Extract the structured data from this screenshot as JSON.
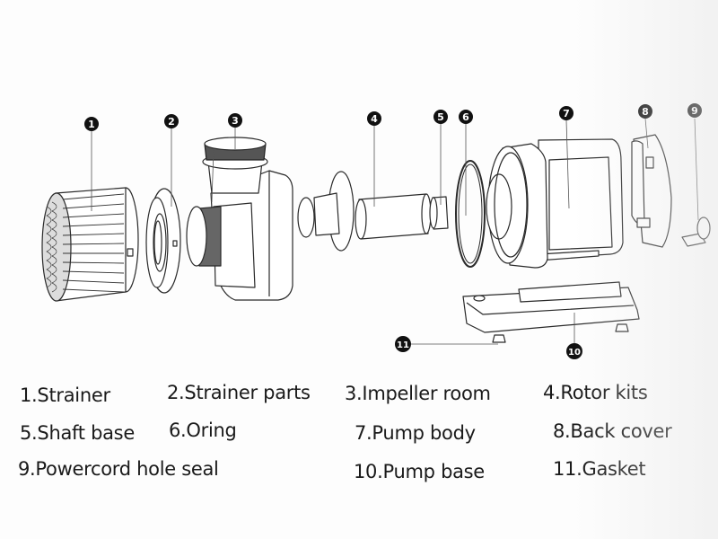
{
  "title": "Pump exploded view",
  "parts": [
    {
      "num": "1",
      "name": "Strainer",
      "label": "1.Strainer"
    },
    {
      "num": "2",
      "name": "Strainer parts",
      "label": "2.Strainer parts"
    },
    {
      "num": "3",
      "name": "Impeller room",
      "label": "3.Impeller room"
    },
    {
      "num": "4",
      "name": "Rotor kits",
      "label": "4.Rotor kits"
    },
    {
      "num": "5",
      "name": "Shaft base",
      "label": "5.Shaft base"
    },
    {
      "num": "6",
      "name": "Oring",
      "label": "6.Oring"
    },
    {
      "num": "7",
      "name": "Pump body",
      "label": "7.Pump body"
    },
    {
      "num": "8",
      "name": "Back cover",
      "label": "8.Back cover"
    },
    {
      "num": "9",
      "name": "Powercord hole seal",
      "label": "9.Powercord hole seal"
    },
    {
      "num": "10",
      "name": "Pump base",
      "label": "10.Pump base"
    },
    {
      "num": "11",
      "name": "Gasket",
      "label": "11.Gasket"
    }
  ],
  "colors": {
    "line": "#2a2a2a",
    "fill": "#ffffff",
    "callout": "#111111",
    "background": "#fdfdfd"
  }
}
